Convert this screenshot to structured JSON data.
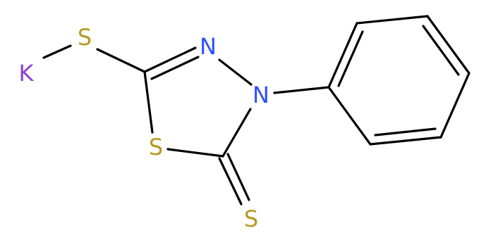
{
  "molecule": {
    "atoms": {
      "k": {
        "label": "K",
        "color": "#8f40d4"
      },
      "s_thiolate": {
        "label": "S",
        "color": "#b59a26"
      },
      "n_3": {
        "label": "N",
        "color": "#3050f8"
      },
      "n_4": {
        "label": "N",
        "color": "#3050f8"
      },
      "s_ring": {
        "label": "S",
        "color": "#b59a26"
      },
      "s_thione": {
        "label": "S",
        "color": "#b59a26"
      }
    },
    "bond_color": "#000000"
  }
}
